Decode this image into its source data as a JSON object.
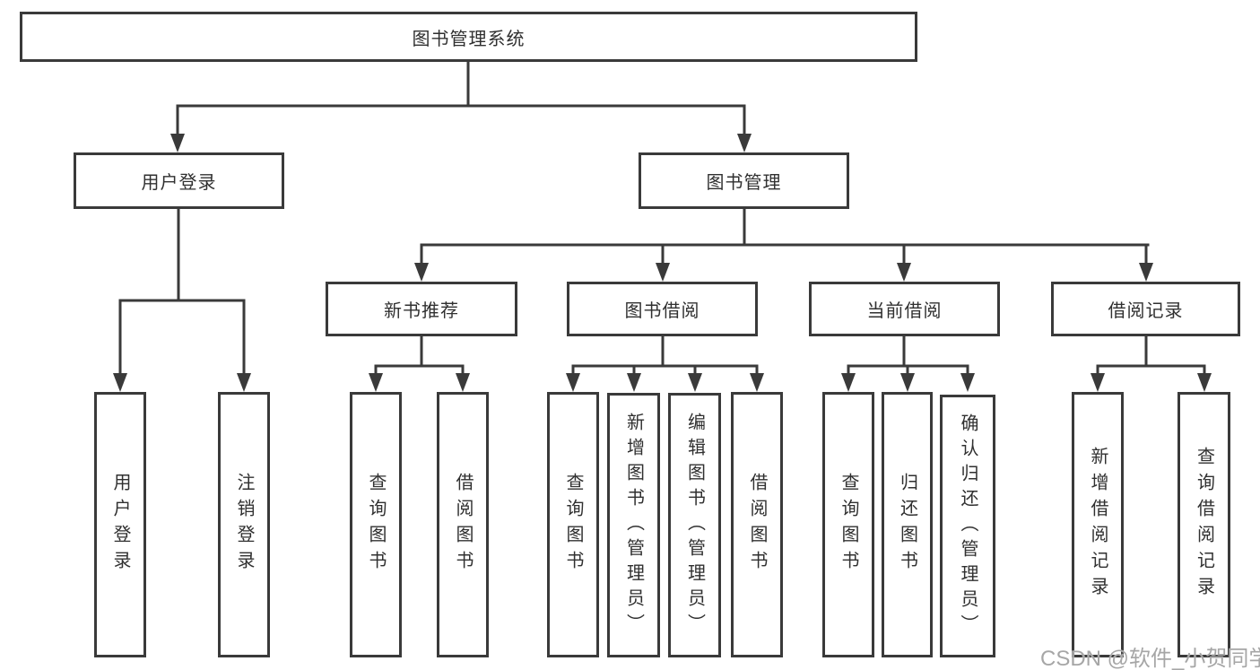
{
  "diagram_title": "图书管理系统",
  "nodes": {
    "root": {
      "label": "图书管理系统"
    },
    "user_login": {
      "label": "用户登录"
    },
    "book_management": {
      "label": "图书管理"
    },
    "new_book_recommend": {
      "label": "新书推荐"
    },
    "book_borrow": {
      "label": "图书借阅"
    },
    "current_borrow": {
      "label": "当前借阅"
    },
    "borrow_records": {
      "label": "借阅记录"
    },
    "leaf_user_login": {
      "label": "用户登录"
    },
    "leaf_logout": {
      "label": "注销登录"
    },
    "leaf_query_books_recommend": {
      "label": "查询图书"
    },
    "leaf_borrow_books_recommend": {
      "label": "借阅图书"
    },
    "leaf_query_books_borrow": {
      "label": "查询图书"
    },
    "leaf_add_books_admin": {
      "label": "新增图书（管理员）"
    },
    "leaf_edit_books_admin": {
      "label": "编辑图书（管理员）"
    },
    "leaf_borrow_books_borrow": {
      "label": "借阅图书"
    },
    "leaf_query_books_current": {
      "label": "查询图书"
    },
    "leaf_return_books": {
      "label": "归还图书"
    },
    "leaf_confirm_return_admin": {
      "label": "确认归还（管理员）"
    },
    "leaf_add_borrow_record": {
      "label": "新增借阅记录"
    },
    "leaf_query_borrow_record": {
      "label": "查询借阅记录"
    }
  },
  "watermark": {
    "text": "CSDN @软件_小贺同学"
  },
  "colors": {
    "background": "#ffffff",
    "line": "#3a3a3a",
    "box_border": "#3a3a3a",
    "text": "#303030",
    "watermark": "#a6a6a6"
  }
}
